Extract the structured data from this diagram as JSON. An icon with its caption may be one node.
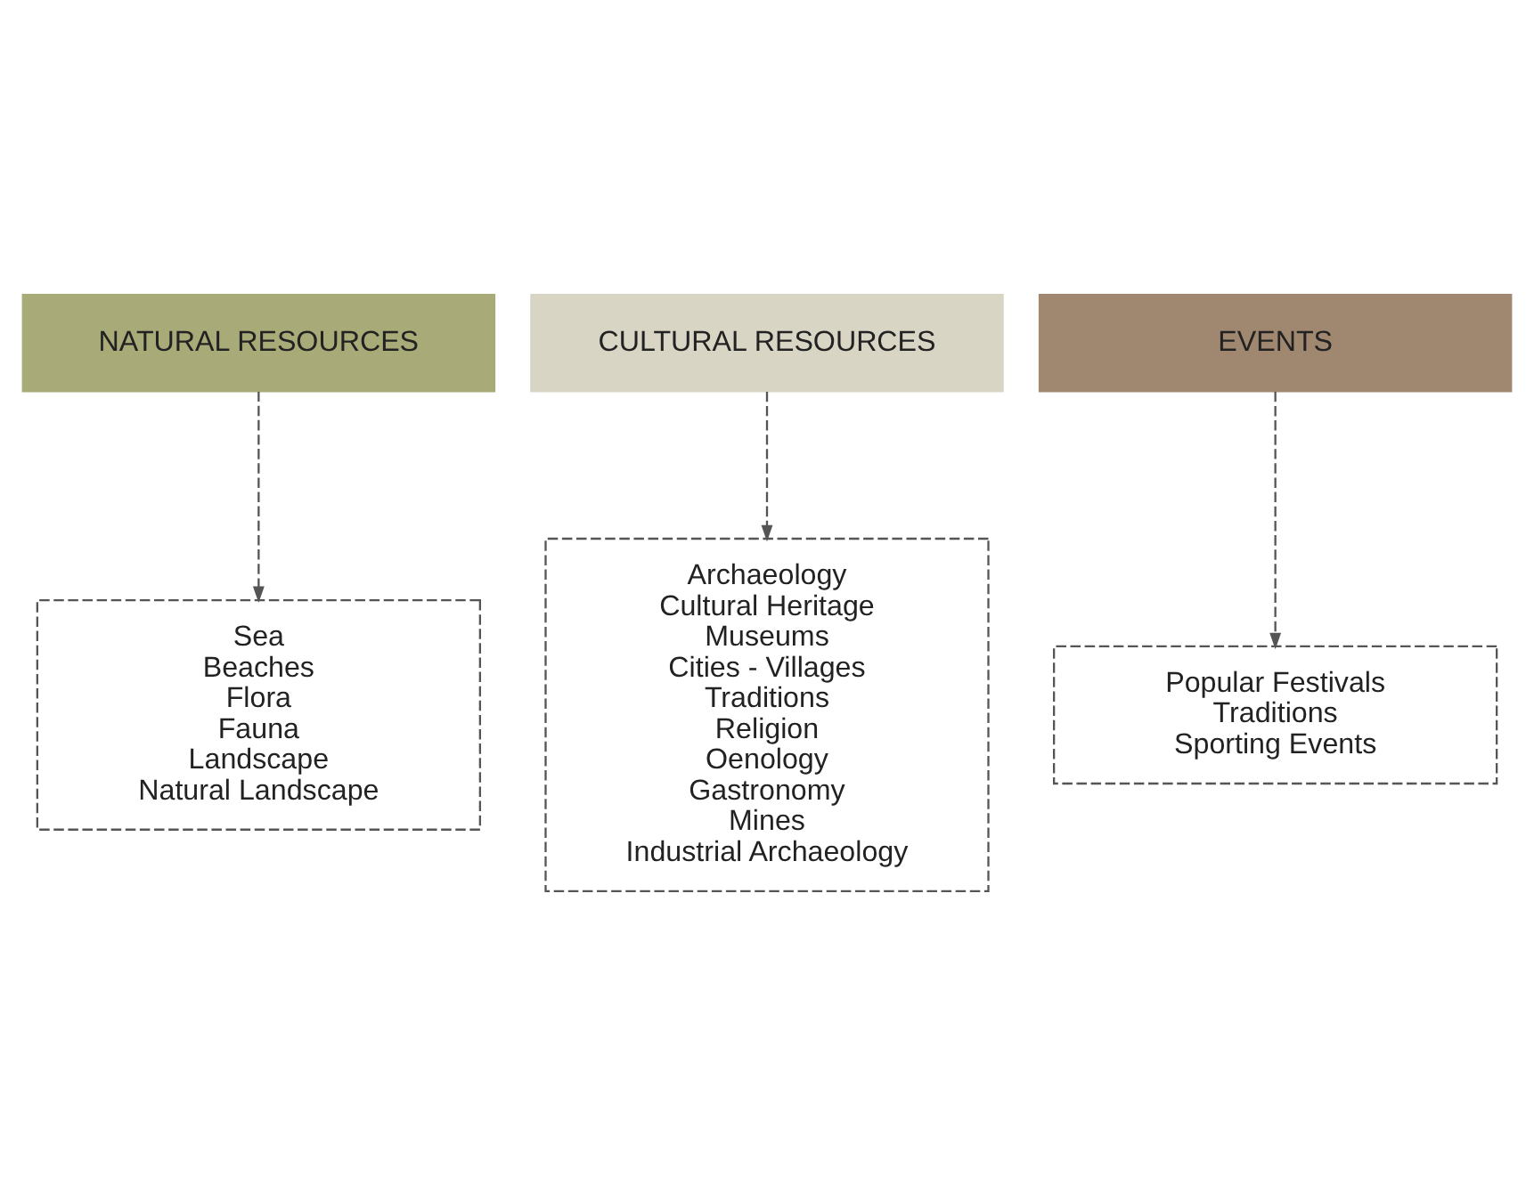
{
  "diagram": {
    "nodes": [
      {
        "text": [
          "NATURAL RESOURCES"
        ]
      },
      {
        "text": [
          "CULTURAL RESOURCES"
        ]
      },
      {
        "text": [
          "EVENTS"
        ]
      },
      {
        "text": [
          "Sea",
          "Beaches",
          "Flora",
          "Fauna",
          "Landscape",
          "Natural Landscape"
        ]
      },
      {
        "text": [
          "Archaeology",
          "Cultural Heritage",
          "Museums",
          "Cities - Villages",
          "Traditions",
          "Religion",
          "Oenology",
          "Gastronomy",
          "Mines",
          "Industrial Archaeology"
        ]
      },
      {
        "text": [
          "Popular Festivals",
          "Traditions",
          "Sporting Events"
        ]
      }
    ],
    "edges": [
      {
        "from": 0,
        "to": 3,
        "arrow": "to",
        "style": "dashed"
      },
      {
        "from": 1,
        "to": 4,
        "arrow": "to",
        "style": "dashed"
      },
      {
        "from": 2,
        "to": 5,
        "arrow": "to",
        "style": "dashed"
      }
    ]
  }
}
